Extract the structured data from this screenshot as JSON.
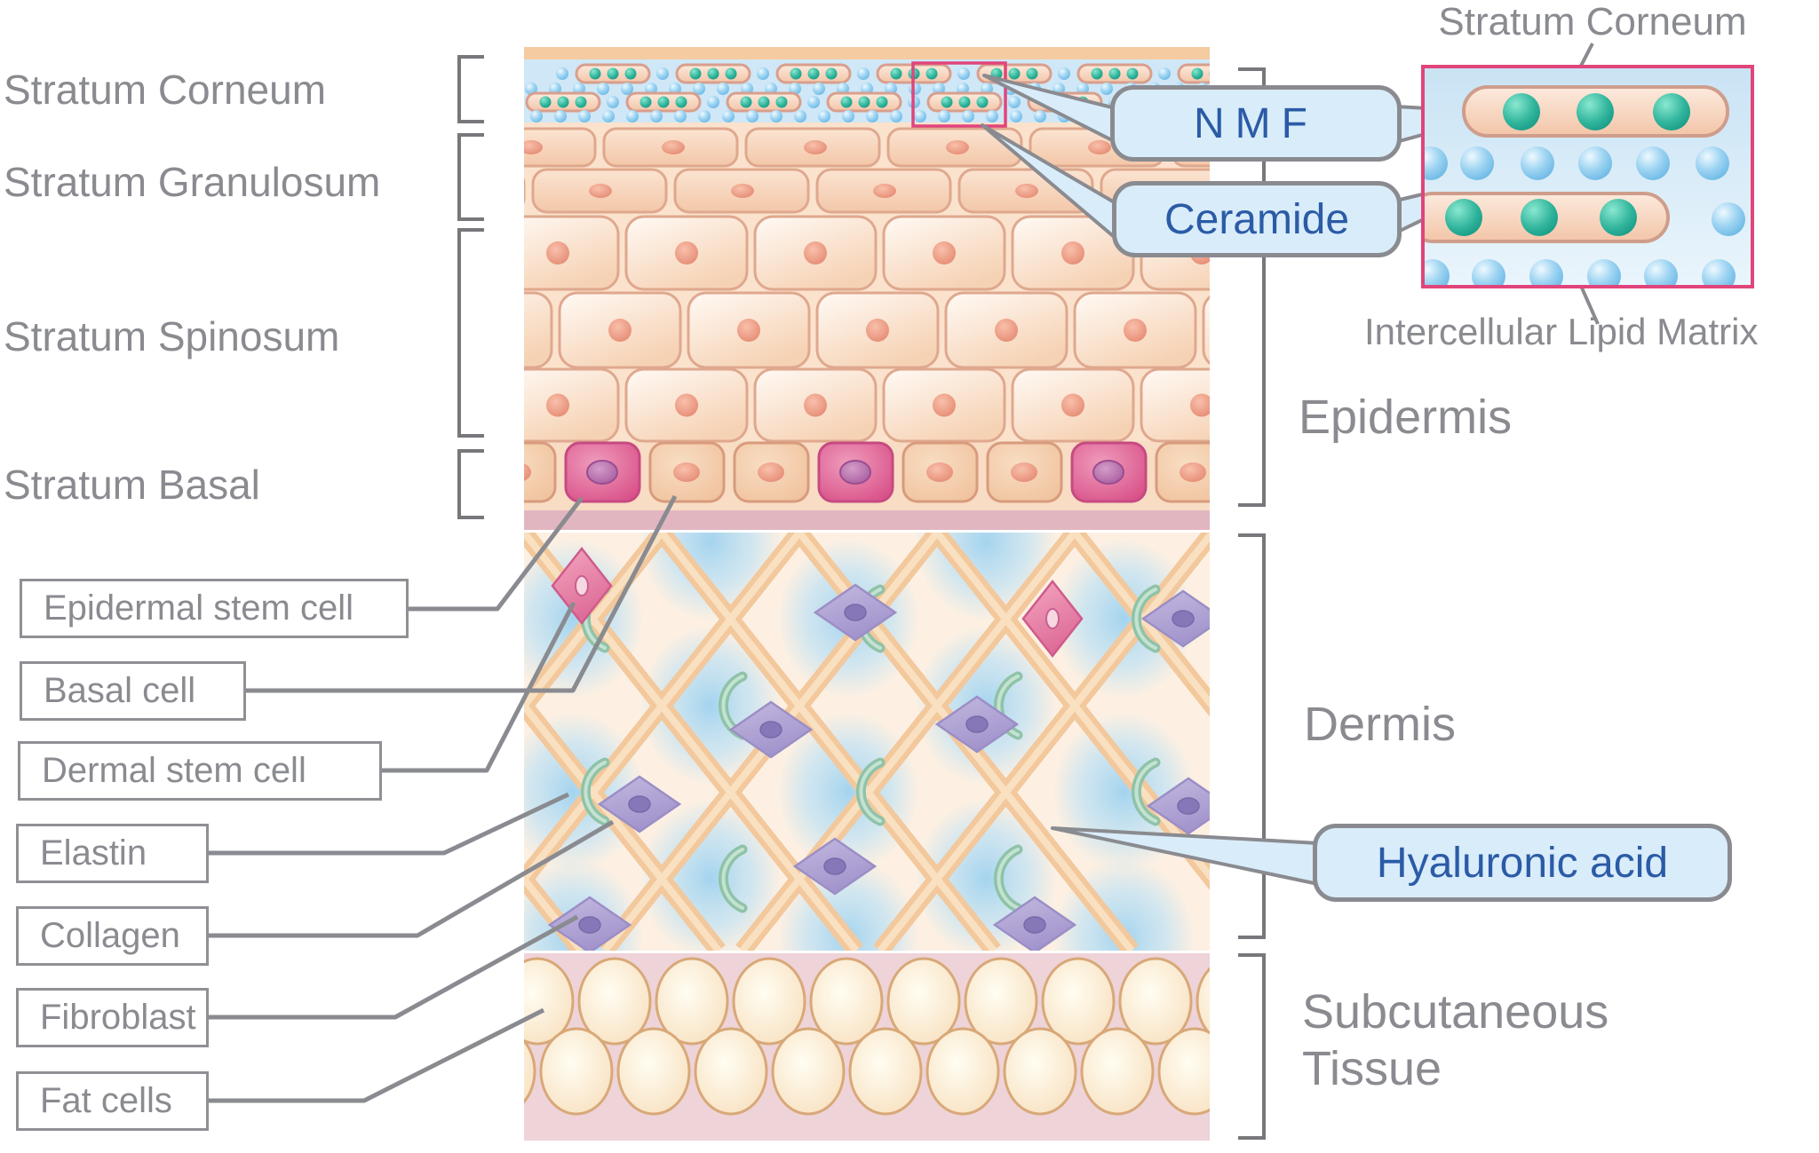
{
  "strata_labels": [
    {
      "label": "Stratum Corneum"
    },
    {
      "label": "Stratum Granulosum"
    },
    {
      "label": "Stratum Spinosum"
    },
    {
      "label": "Stratum Basal"
    }
  ],
  "component_labels": [
    {
      "label": "Epidermal stem cell"
    },
    {
      "label": "Basal cell"
    },
    {
      "label": "Dermal stem cell"
    },
    {
      "label": "Elastin"
    },
    {
      "label": "Collagen"
    },
    {
      "label": "Fibroblast"
    },
    {
      "label": "Fat cells"
    }
  ],
  "callouts": {
    "nmf": {
      "label": "NMF"
    },
    "ceramide": {
      "label": "Ceramide"
    },
    "hyaluronic": {
      "label": "Hyaluronic acid"
    }
  },
  "inset": {
    "title": "Stratum Corneum",
    "caption": "Intercellular Lipid Matrix"
  },
  "regions": [
    {
      "label": "Epidermis"
    },
    {
      "label": "Dermis"
    },
    {
      "label": "Subcutaneous",
      "label2": "Tissue"
    }
  ],
  "colors": {
    "text_gray": "#8a8b90",
    "line_gray": "#8a8b90",
    "bracket_gray": "#77787c",
    "callout_fill": "#d9ecfa",
    "callout_text": "#2b5ba6",
    "highlight_magenta": "#e0457b",
    "skin_top_band": "#f5cba1",
    "corneum_bg": "#cfe7f7",
    "epidermis_bg": "#fbe2cc",
    "basal_bg": "#f8dcc4",
    "membrane_pink": "#e2b6c1",
    "dermis_bg": "#fdf0e2",
    "subcut_bg": "#eed3d8",
    "fiber": "#f2c89c",
    "fiber_highlight": "#f9e0c0",
    "elastin_green": "#8fc3a8",
    "cell_border": "#dfa88e",
    "nmf_green": "#129c86",
    "ceramide_blue": "#5ab4e4",
    "fibroblast_purple": "#b2a5d6",
    "stem_cell_pink": "#e2558c"
  }
}
